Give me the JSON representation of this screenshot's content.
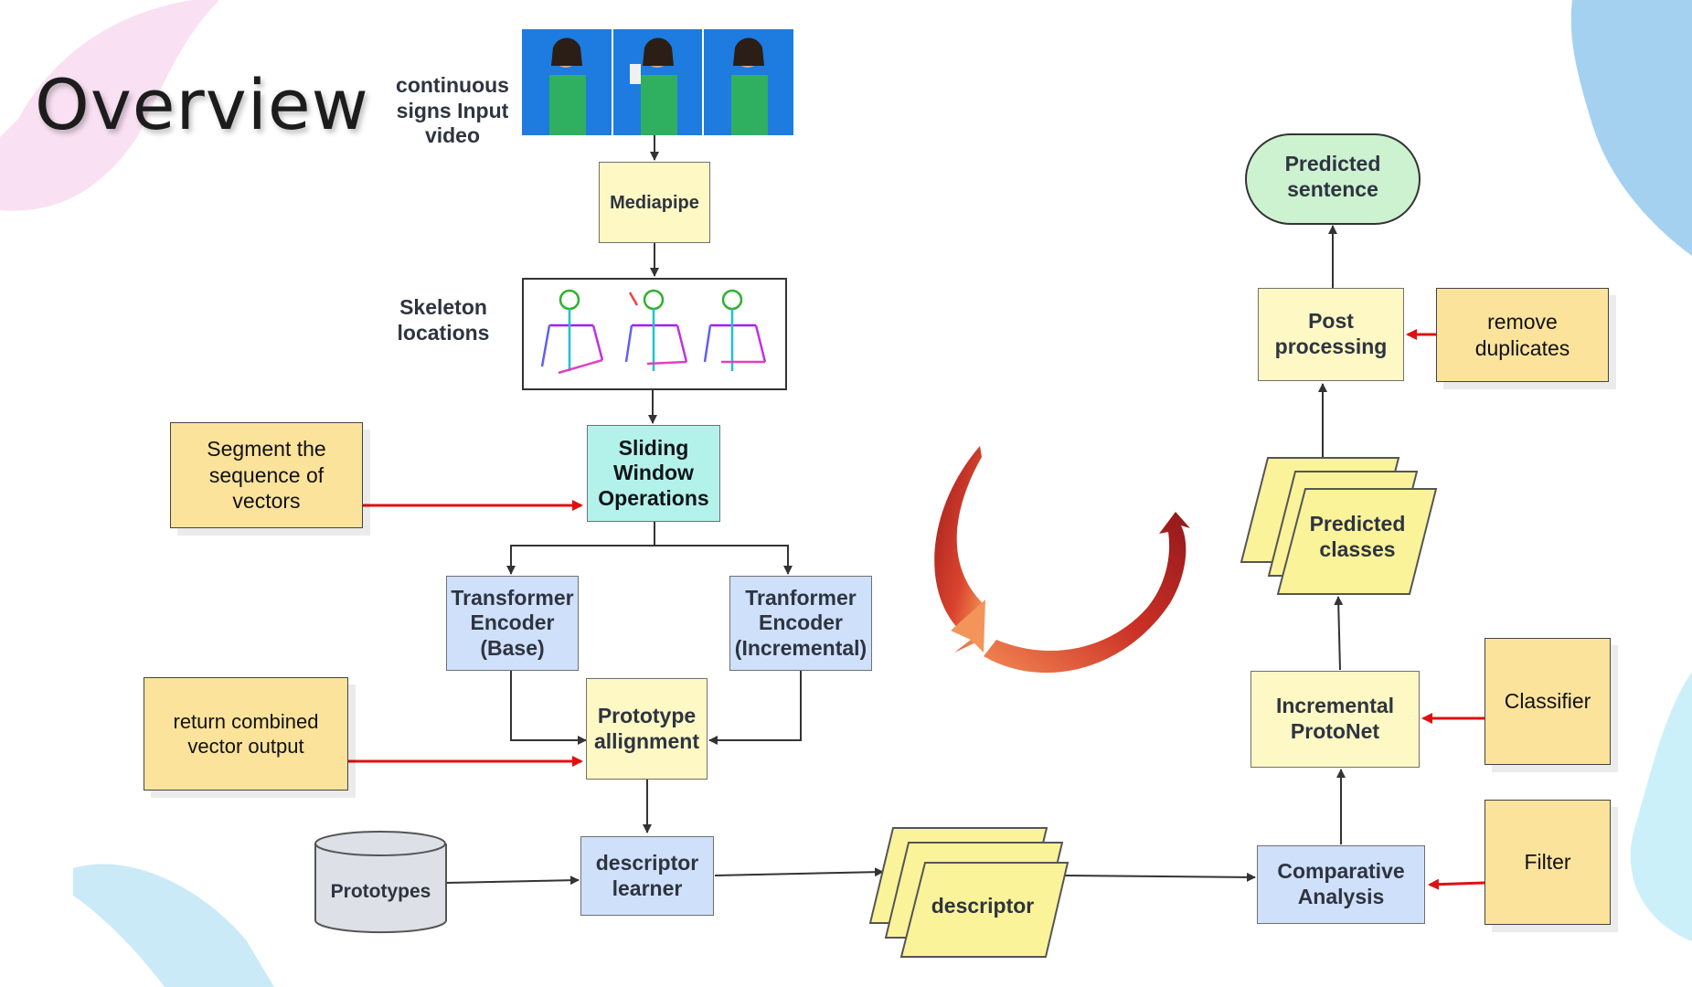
{
  "title": "Overview",
  "input_label": "continuous\nsigns Input\nvideo",
  "skeleton_label": "Skeleton\nlocations",
  "nodes": {
    "mediapipe": "Mediapipe",
    "sliding_window": "Sliding\nWindow\nOperations",
    "transformer_base": "Transformer\nEncoder\n(Base)",
    "transformer_incremental": "Tranformer\nEncoder\n(Incremental)",
    "prototype_alignment": "Prototype\nallignment",
    "descriptor_learner": "descriptor\nlearner",
    "prototypes": "Prototypes",
    "descriptor": "descriptor",
    "comparative_analysis": "Comparative\nAnalysis",
    "incremental_protonet": "Incremental\nProtoNet",
    "predicted_classes": "Predicted\nclasses",
    "post_processing": "Post\nprocessing",
    "predicted_sentence": "Predicted\nsentence"
  },
  "notes": {
    "segment": "Segment the\nsequence of\nvectors",
    "combined": "return combined\nvector output",
    "remove_duplicates": "remove\nduplicates",
    "classifier": "Classifier",
    "filter": "Filter"
  },
  "colors": {
    "process_yellow": "#fdf8c4",
    "process_blue": "#cfe0fb",
    "process_teal": "#b3f2ea",
    "note_yellow": "#fbe39c",
    "terminal_green": "#ccf2d0",
    "database_gray": "#dde0e6",
    "arrow_dark": "#333333",
    "arrow_red": "#e01010",
    "cycle_arrow": "#c0281c"
  }
}
